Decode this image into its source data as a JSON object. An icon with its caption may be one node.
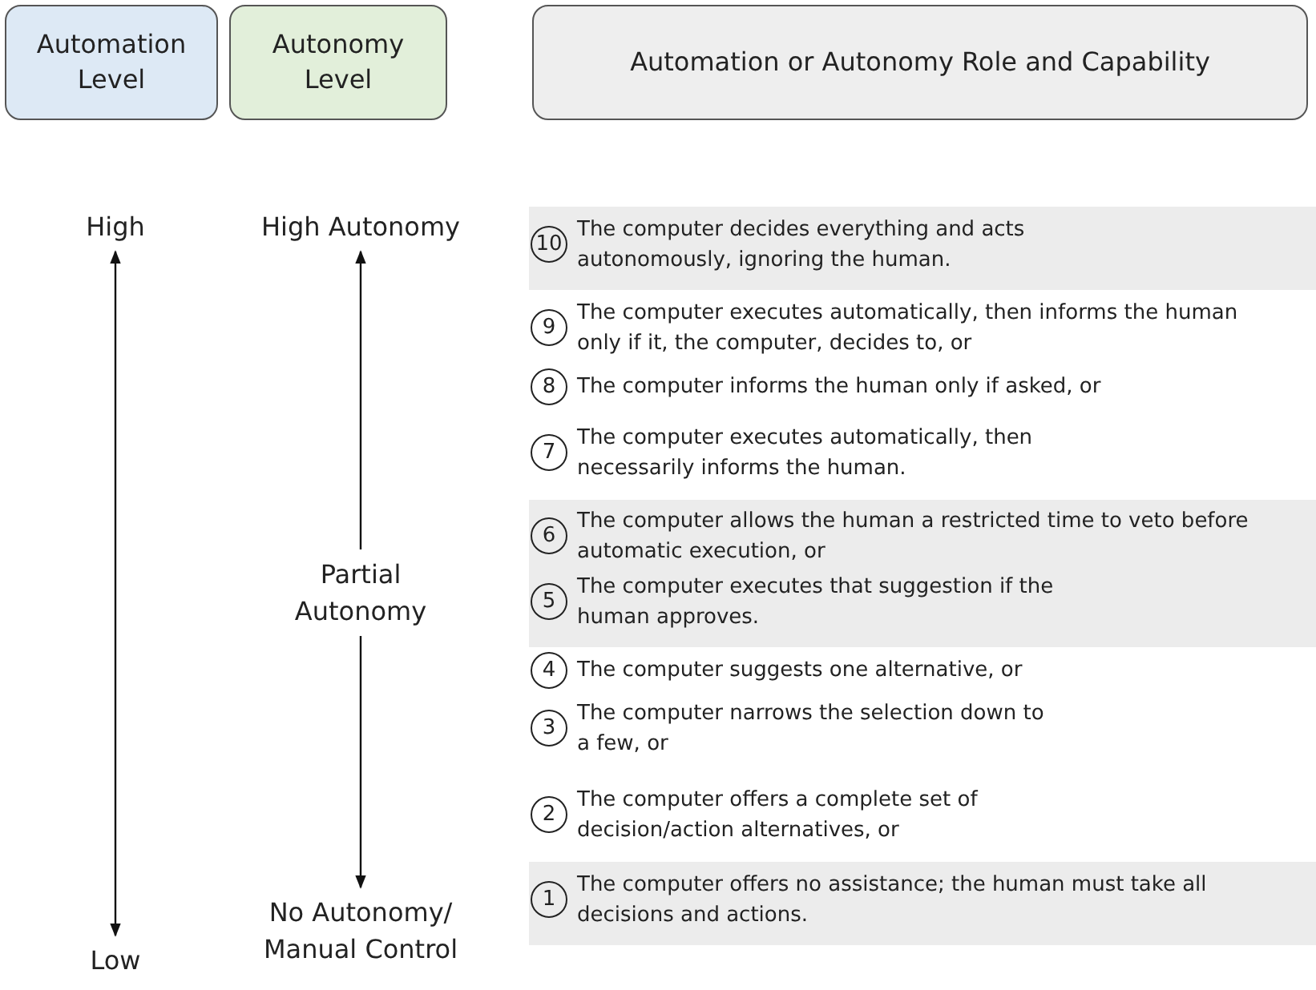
{
  "diagram": {
    "nodes": [
      {
        "text": [
          "Automation Level"
        ]
      },
      {
        "text": [
          "Autonomy Level"
        ]
      },
      {
        "text": [
          "Automation or Autonomy Role and Capability"
        ]
      },
      {
        "text": [
          "High"
        ]
      },
      {
        "text": [
          "High Autonomy"
        ]
      },
      {
        "text": [],
        "shape": "bar"
      },
      {
        "text": [
          "10"
        ],
        "in": 5,
        "beside": [
          "The computer decides everything and acts autonomously, ignoring the human."
        ]
      },
      {
        "text": [
          "9"
        ],
        "beside": [
          "The computer executes automatically, then informs the human only if it, the computer, decides to, or"
        ]
      },
      {
        "text": [
          "8"
        ],
        "beside": [
          "The computer informs the human only if asked, or"
        ]
      },
      {
        "text": [
          "7"
        ],
        "beside": [
          "The computer executes automatically, then necessarily informs the human."
        ]
      },
      {
        "text": [],
        "shape": "bar"
      },
      {
        "text": [
          "6"
        ],
        "in": 10,
        "beside": [
          "The computer allows the human a restricted time to veto before automatic execution, or"
        ]
      },
      {
        "text": [
          "5"
        ],
        "in": 10,
        "beside": [
          "The computer executes that suggestion if the human approves."
        ]
      },
      {
        "text": [
          "Partial Autonomy"
        ]
      },
      {
        "text": [
          "4"
        ],
        "beside": [
          "The computer suggests one alternative, or"
        ]
      },
      {
        "text": [
          "3"
        ],
        "beside": [
          "The computer narrows the selection down to a few, or"
        ]
      },
      {
        "text": [
          "2"
        ],
        "beside": [
          "The computer offers a complete set of decision/action alternatives, or"
        ]
      },
      {
        "text": [
          "No Autonomy/ Manual Control"
        ]
      },
      {
        "text": [
          "Low"
        ]
      },
      {
        "text": [],
        "shape": "bar"
      },
      {
        "text": [
          "1"
        ],
        "in": 19,
        "beside": [
          "The computer offers no assistance; the human must take all decisions and actions."
        ]
      }
    ],
    "edges": [
      {
        "from": 3,
        "to": 18,
        "arrow": "both"
      },
      {
        "from": 13,
        "to": 4,
        "arrow": "to"
      },
      {
        "from": 13,
        "to": 17,
        "arrow": "to"
      }
    ]
  }
}
